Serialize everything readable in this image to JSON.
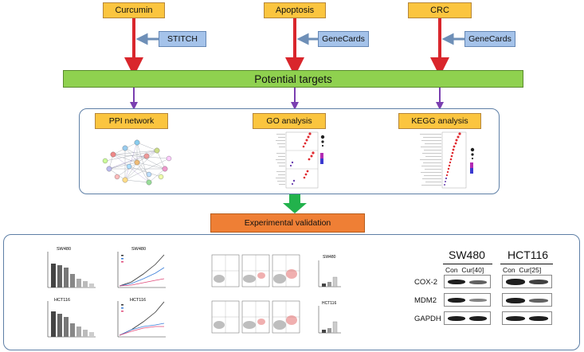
{
  "inputs": [
    {
      "label": "Curcumin",
      "source": "STITCH"
    },
    {
      "label": "Apoptosis",
      "source": "GeneCards"
    },
    {
      "label": "CRC",
      "source": "GeneCards"
    }
  ],
  "potential_targets": "Potential targets",
  "analyses": {
    "ppi": "PPI network",
    "go": "GO analysis",
    "kegg": "KEGG analysis"
  },
  "validation": "Experimental validation",
  "cell_lines": {
    "sw480": "SW480",
    "hct116": "HCT116"
  },
  "western_blot": {
    "sw480_lanes": "Con  Cur[40]",
    "hct116_lanes": "Con  Cur[25]",
    "proteins": [
      "COX-2",
      "MDM2",
      "GAPDH"
    ]
  },
  "colors": {
    "input_box": "#fbc53f",
    "source_box": "#a5c3ea",
    "targets_bar": "#8fd14f",
    "validation_box": "#ef7f35",
    "red_arrow": "#d9262c",
    "purple_arrow": "#7a3fb0",
    "green_arrow": "#22b24c",
    "panel_border": "#5e7fa6"
  }
}
